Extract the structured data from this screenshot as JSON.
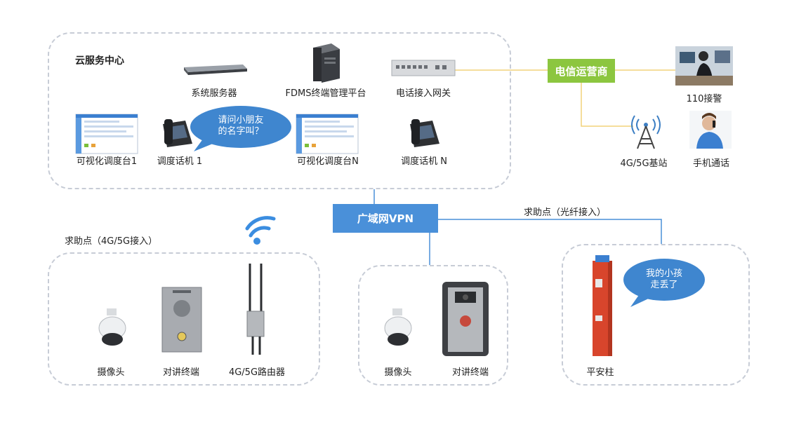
{
  "cloud_center": {
    "title": "云服务中心",
    "system_server": "系统服务器",
    "fdms_platform": "FDMS终端管理平台",
    "phone_gateway": "电话接入网关",
    "dispatch_console_1": "可视化调度台1",
    "dispatch_phone_1": "调度话机 1",
    "dispatch_console_n": "可视化调度台N",
    "dispatch_phone_n": "调度话机 N",
    "bubble_line1": "请问小朋友",
    "bubble_line2": "的名字叫？"
  },
  "telecom": {
    "operator": "电信运营商",
    "police": "110接警",
    "base_station": "4G/5G基站",
    "mobile_call": "手机通话"
  },
  "wan": {
    "label": "广域网VPN",
    "fiber_label": "求助点（光纤接入）"
  },
  "help_point_4g": {
    "title": "求助点（4G/5G接入）",
    "camera": "摄像头",
    "intercom": "对讲终端",
    "router": "4G/5G路由器"
  },
  "help_point_mid": {
    "camera": "摄像头",
    "intercom": "对讲终端"
  },
  "help_point_fiber": {
    "pillar": "平安柱",
    "bubble_line1": "我的小孩",
    "bubble_line2": "走丢了"
  }
}
